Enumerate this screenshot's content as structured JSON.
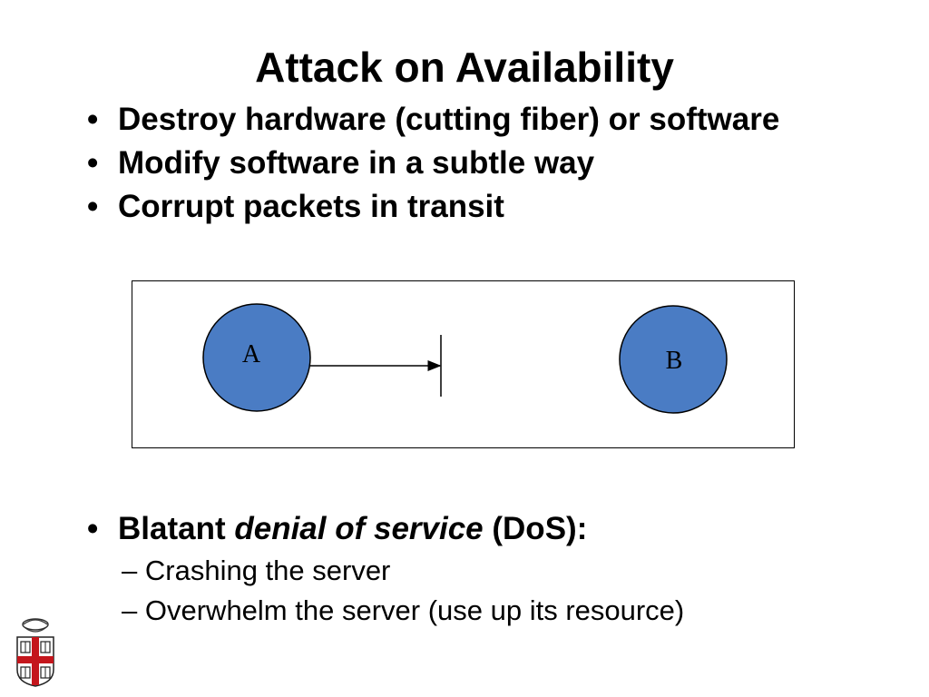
{
  "slide": {
    "title": "Attack on Availability",
    "bullets": [
      {
        "text": "Destroy hardware (cutting fiber) or software"
      },
      {
        "text": "Modify software in a subtle way"
      },
      {
        "text": "Corrupt packets in transit"
      }
    ],
    "dos_bullet": {
      "pre": "Blatant ",
      "emph": "denial of service",
      "post": " (DoS):",
      "subitems": [
        {
          "text": "Crashing the server"
        },
        {
          "text": "Overwhelm the server (use up its resource)"
        }
      ]
    },
    "bullet_glyph": "•",
    "dash_glyph": "–",
    "diagram": {
      "nodes": [
        {
          "label": "A"
        },
        {
          "label": "B"
        }
      ],
      "node_color": "#4a7cc4"
    },
    "logo": {
      "icon": "university-shield-icon"
    }
  }
}
